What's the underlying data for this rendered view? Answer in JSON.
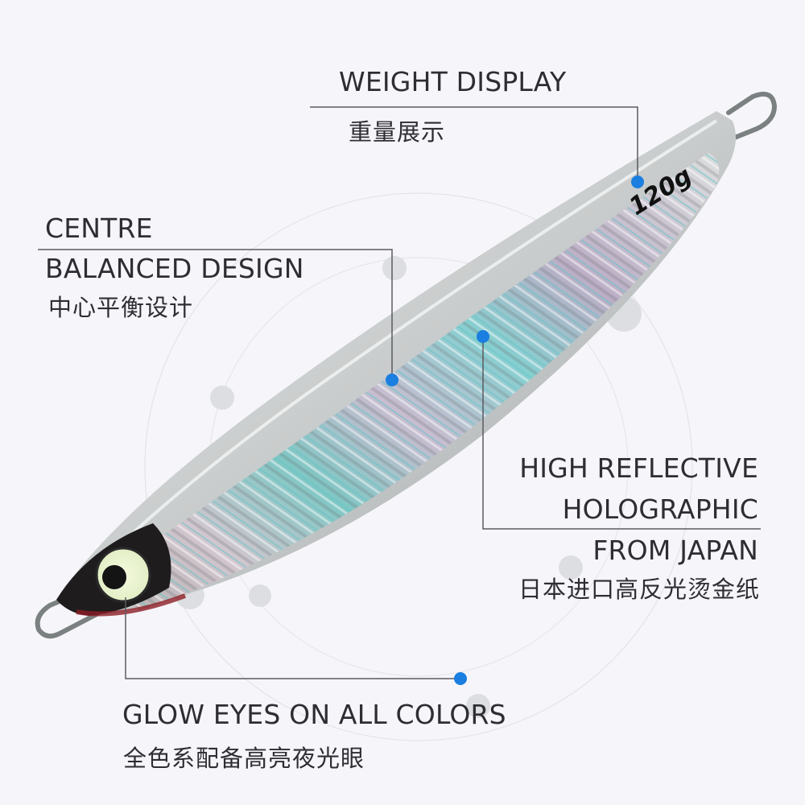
{
  "product": {
    "weight_marking": "120g",
    "accent_color": "#1a7fe0",
    "background_color": "#f6f6fa",
    "text_color": "#2e2e32"
  },
  "callouts": {
    "weight": {
      "title": "WEIGHT DISPLAY",
      "subtitle": "重量展示"
    },
    "balance": {
      "title_line1": "CENTRE",
      "title_line2": "BALANCED DESIGN",
      "subtitle": "中心平衡设计"
    },
    "holographic": {
      "title_line1": "HIGH REFLECTIVE",
      "title_line2": "HOLOGRAPHIC",
      "title_line3": "FROM JAPAN",
      "subtitle": "日本进口高反光烫金纸"
    },
    "glow_eyes": {
      "title": "GLOW EYES ON ALL COLORS",
      "subtitle": "全色系配备高亮夜光眼"
    }
  }
}
